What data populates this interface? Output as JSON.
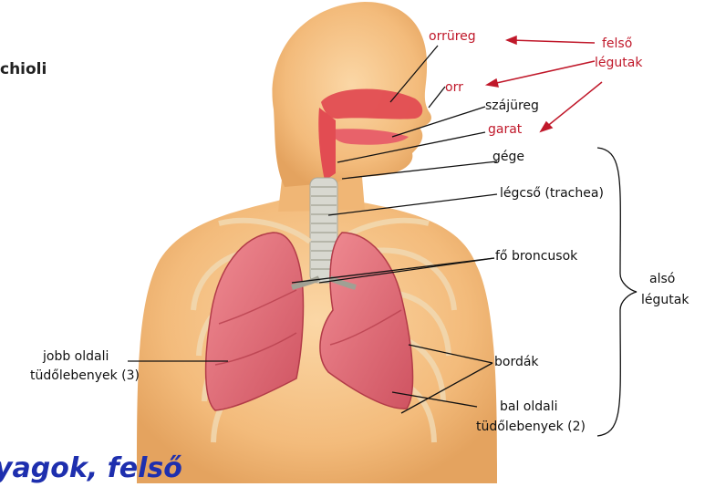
{
  "edge_text": "chioli",
  "bottom_text": "yagok, felső",
  "labels": {
    "orrureg": "orrüreg",
    "felso": "felső",
    "legutak_top": "légutak",
    "orr": "orr",
    "szajureg": "szájüreg",
    "garat": "garat",
    "gege": "gége",
    "legcso": "légcső (trachea)",
    "fo_broncusok": "fő broncusok",
    "also": "alsó",
    "legutak_bottom": "légutak",
    "jobb_1": "jobb oldali",
    "jobb_2": "tüdőlebenyek (3)",
    "bordak": "bordák",
    "bal_1": "bal oldali",
    "bal_2": "tüdőlebenyek (2)"
  },
  "colors": {
    "skin": "#f6c488",
    "skin_shadow": "#e3a866",
    "lung": "#e06c75",
    "airway": "#e24c52",
    "annotation_red": "#c0182a",
    "title_blue": "#1e2fae"
  }
}
